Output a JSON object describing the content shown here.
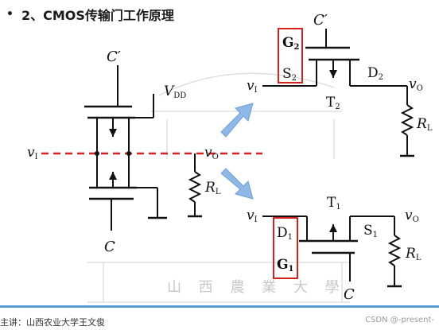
{
  "slide": {
    "bullet": "•",
    "title": "2、CMOS传输门工作原理",
    "footer_left": "主讲：山西农业大学王文俊",
    "footer_right": "CSDN @-present-"
  },
  "diagram": {
    "left": {
      "top_control": "C′",
      "bottom_control": "C",
      "supply": "V",
      "supply_sub": "DD",
      "input": "v",
      "input_sub": "I",
      "output": "v",
      "output_sub": "O",
      "load": "R",
      "load_sub": "L"
    },
    "top_right": {
      "control": "C′",
      "gate_label": "G",
      "gate_sub": "2",
      "source_label": "S",
      "source_sub": "2",
      "drain_label": "D",
      "drain_sub": "2",
      "transistor": "T",
      "transistor_sub": "2",
      "input": "v",
      "input_sub": "I",
      "output": "v",
      "output_sub": "O",
      "load": "R",
      "load_sub": "L"
    },
    "bottom_right": {
      "control": "C",
      "drain_label": "D",
      "drain_sub": "1",
      "gate_label": "G",
      "gate_sub": "1",
      "source_label": "S",
      "source_sub": "1",
      "transistor": "T",
      "transistor_sub": "1",
      "input": "v",
      "input_sub": "I",
      "output": "v",
      "output_sub": "O",
      "load": "R",
      "load_sub": "L"
    },
    "watermark_text": "山 西 農 業 大 學"
  },
  "colors": {
    "wire": "#111111",
    "dashed_line": "#d62020",
    "highlight_box": "#d62020",
    "arrow_fill": "#8fb8e6",
    "arrow_stroke": "#6f9fd6",
    "footer_bar": "#5b9bd5",
    "watermark": "#c8c8c8"
  }
}
